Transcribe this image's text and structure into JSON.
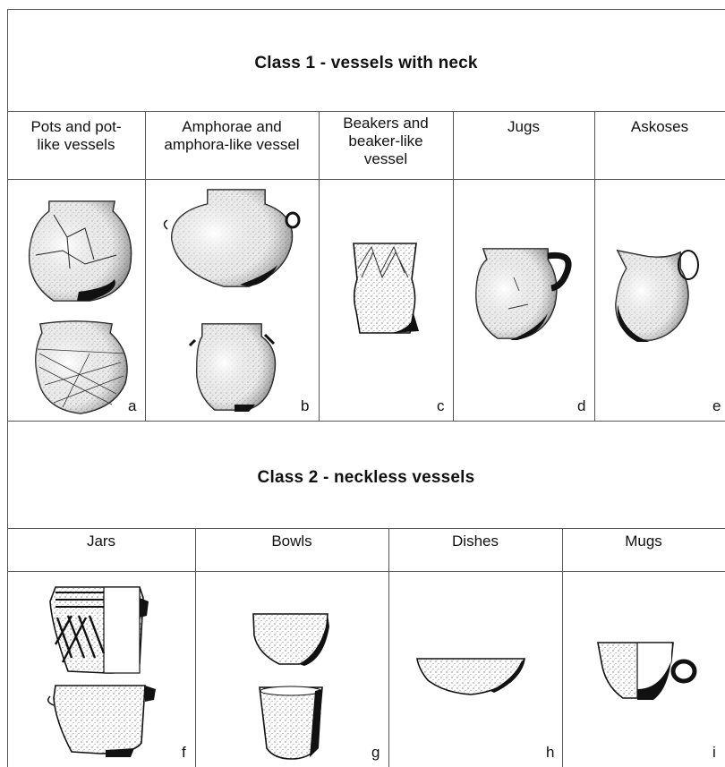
{
  "class1": {
    "title": "Class 1 - vessels with neck",
    "columns": [
      {
        "header": "Pots and pot-\nlike vessels",
        "letter": "a"
      },
      {
        "header": "Amphorae and\namphora-like vessel",
        "letter": "b"
      },
      {
        "header": "Beakers and\nbeaker-like\nvessel",
        "letter": "c"
      },
      {
        "header": "Jugs",
        "letter": "d"
      },
      {
        "header": "Askoses",
        "letter": "e"
      }
    ]
  },
  "class2": {
    "title": "Class 2 - neckless vessels",
    "columns": [
      {
        "header": "Jars",
        "letter": "f"
      },
      {
        "header": "Bowls",
        "letter": "g"
      },
      {
        "header": "Dishes",
        "letter": "h"
      },
      {
        "header": "Mugs",
        "letter": "i"
      }
    ]
  }
}
